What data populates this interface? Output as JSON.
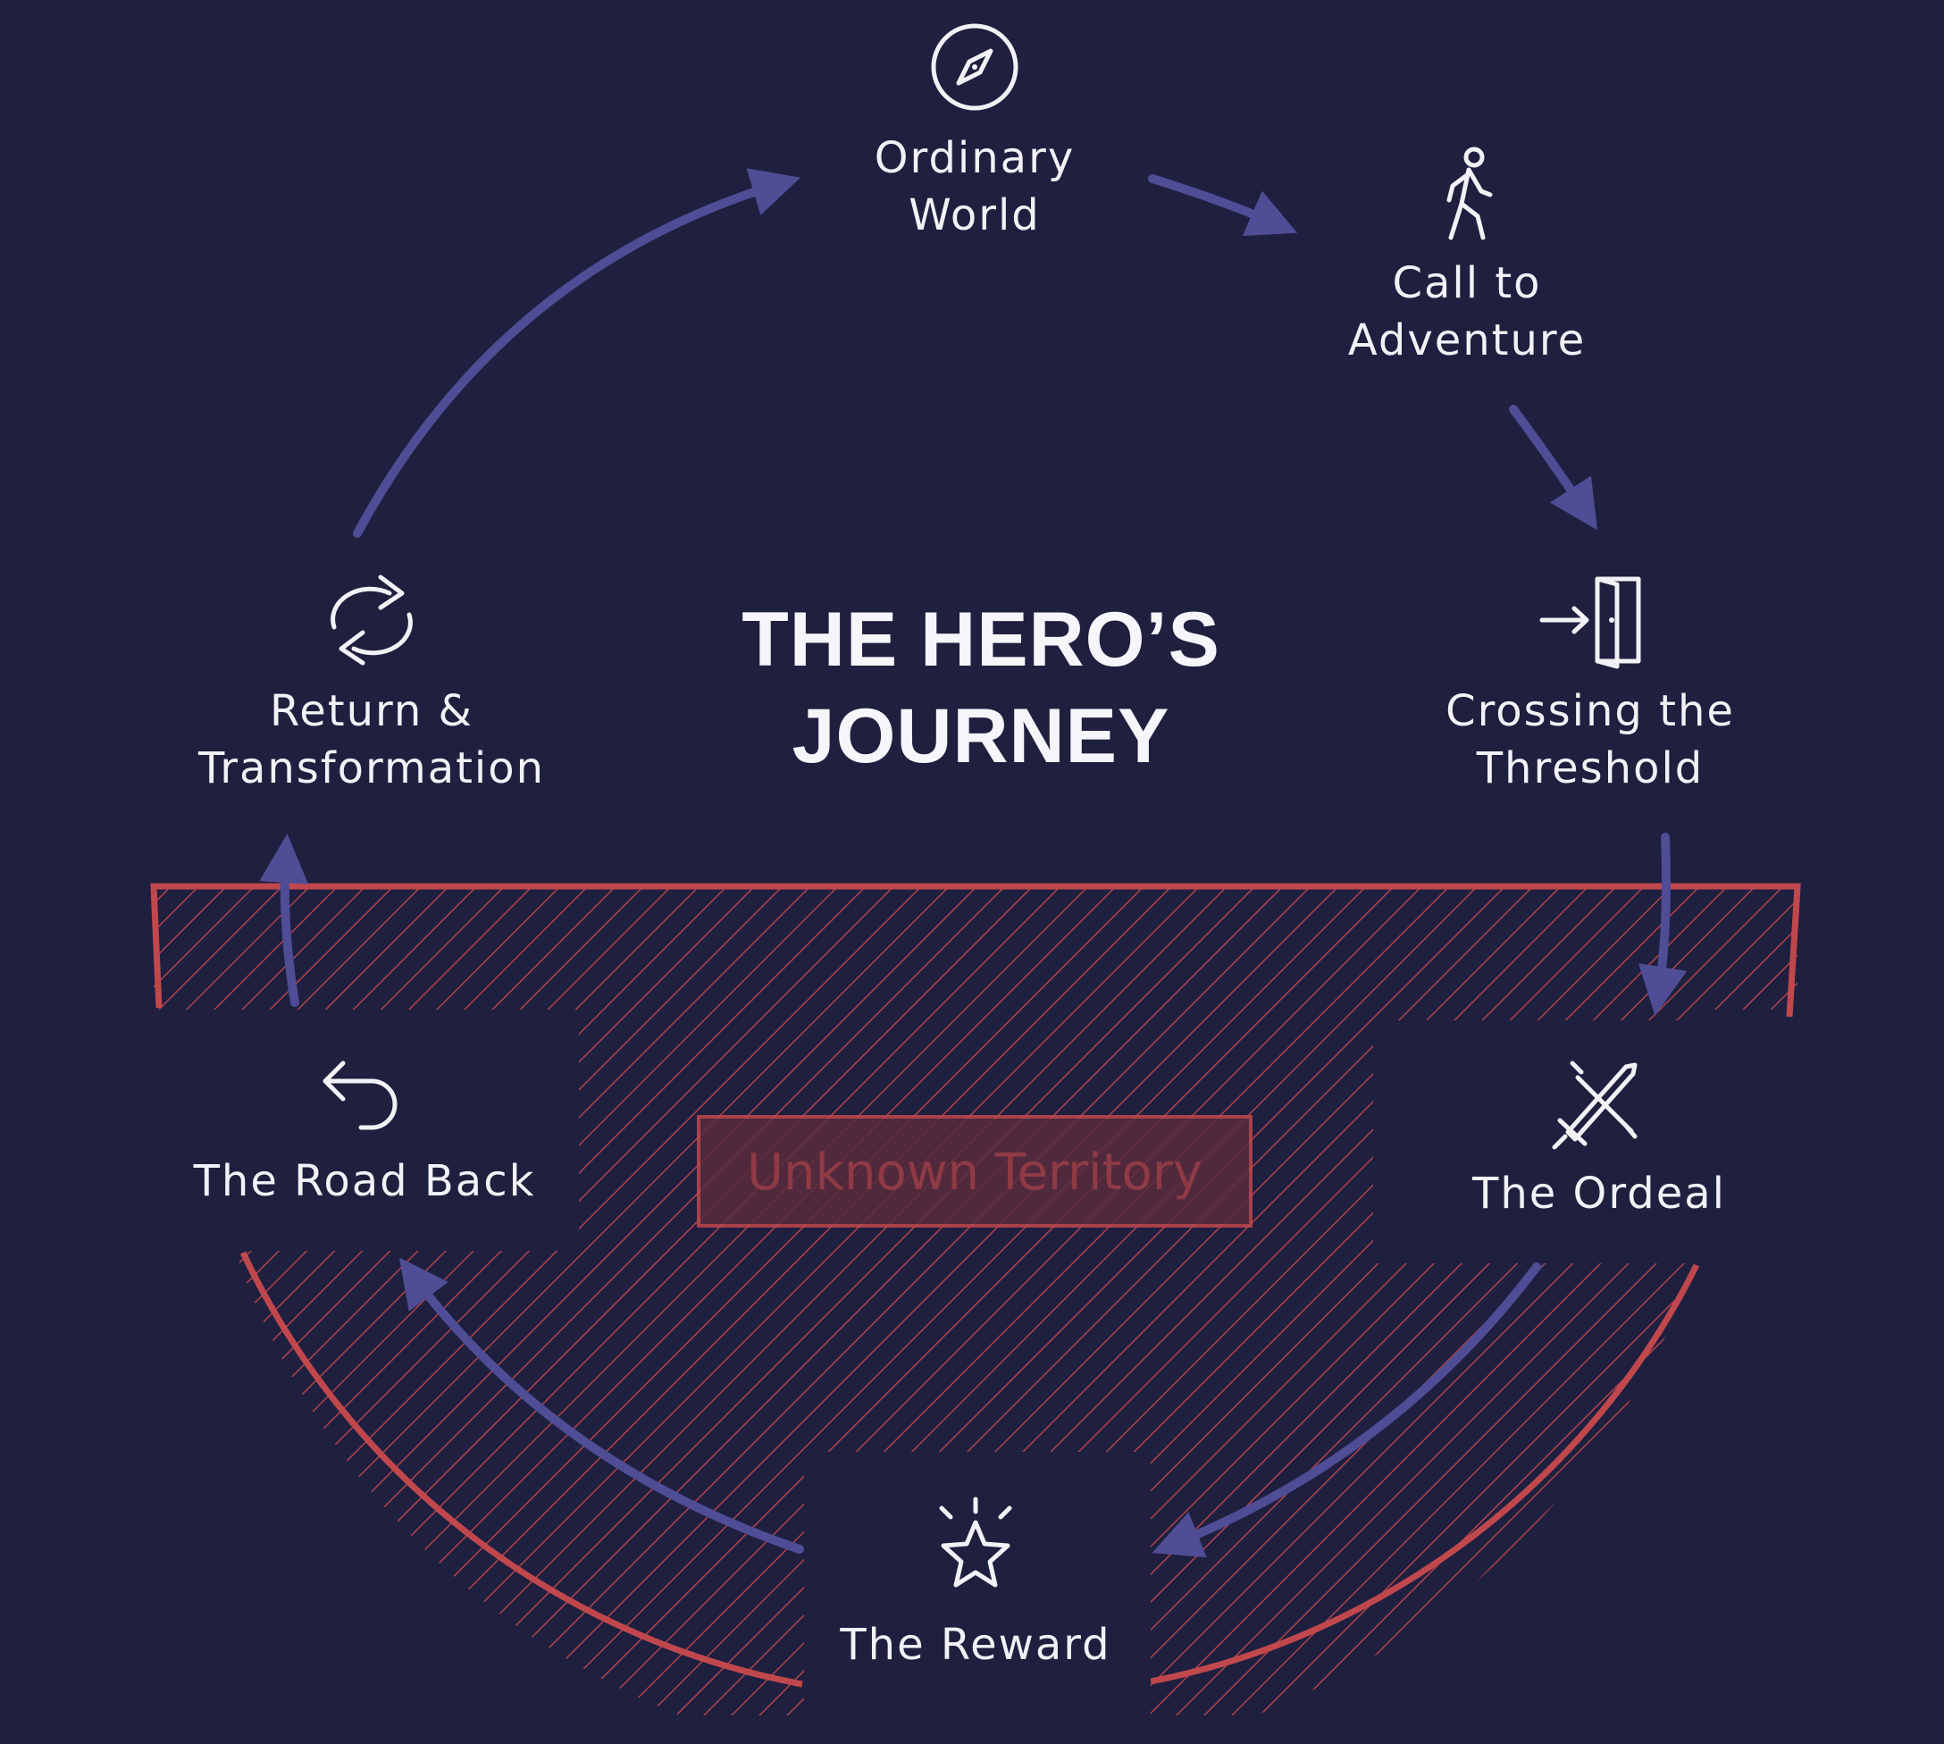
{
  "title": {
    "line1": "THE HERO’S",
    "line2": "JOURNEY"
  },
  "zone": {
    "label": "Unknown Territory",
    "color": "#c0484d"
  },
  "arrow_color": "#4e4d96",
  "stages": [
    {
      "line1": "Ordinary",
      "line2": "World",
      "icon": "compass-icon"
    },
    {
      "line1": "Call to",
      "line2": "Adventure",
      "icon": "walking-person-icon"
    },
    {
      "line1": "Crossing the",
      "line2": "Threshold",
      "icon": "door-enter-icon"
    },
    {
      "line1": "The Ordeal",
      "icon": "sword-icon"
    },
    {
      "line1": "The Reward",
      "icon": "star-icon"
    },
    {
      "line1": "The Road Back",
      "icon": "return-arrow-icon"
    },
    {
      "line1": "Return &",
      "line2": "Transformation",
      "icon": "cycle-arrows-icon"
    }
  ]
}
